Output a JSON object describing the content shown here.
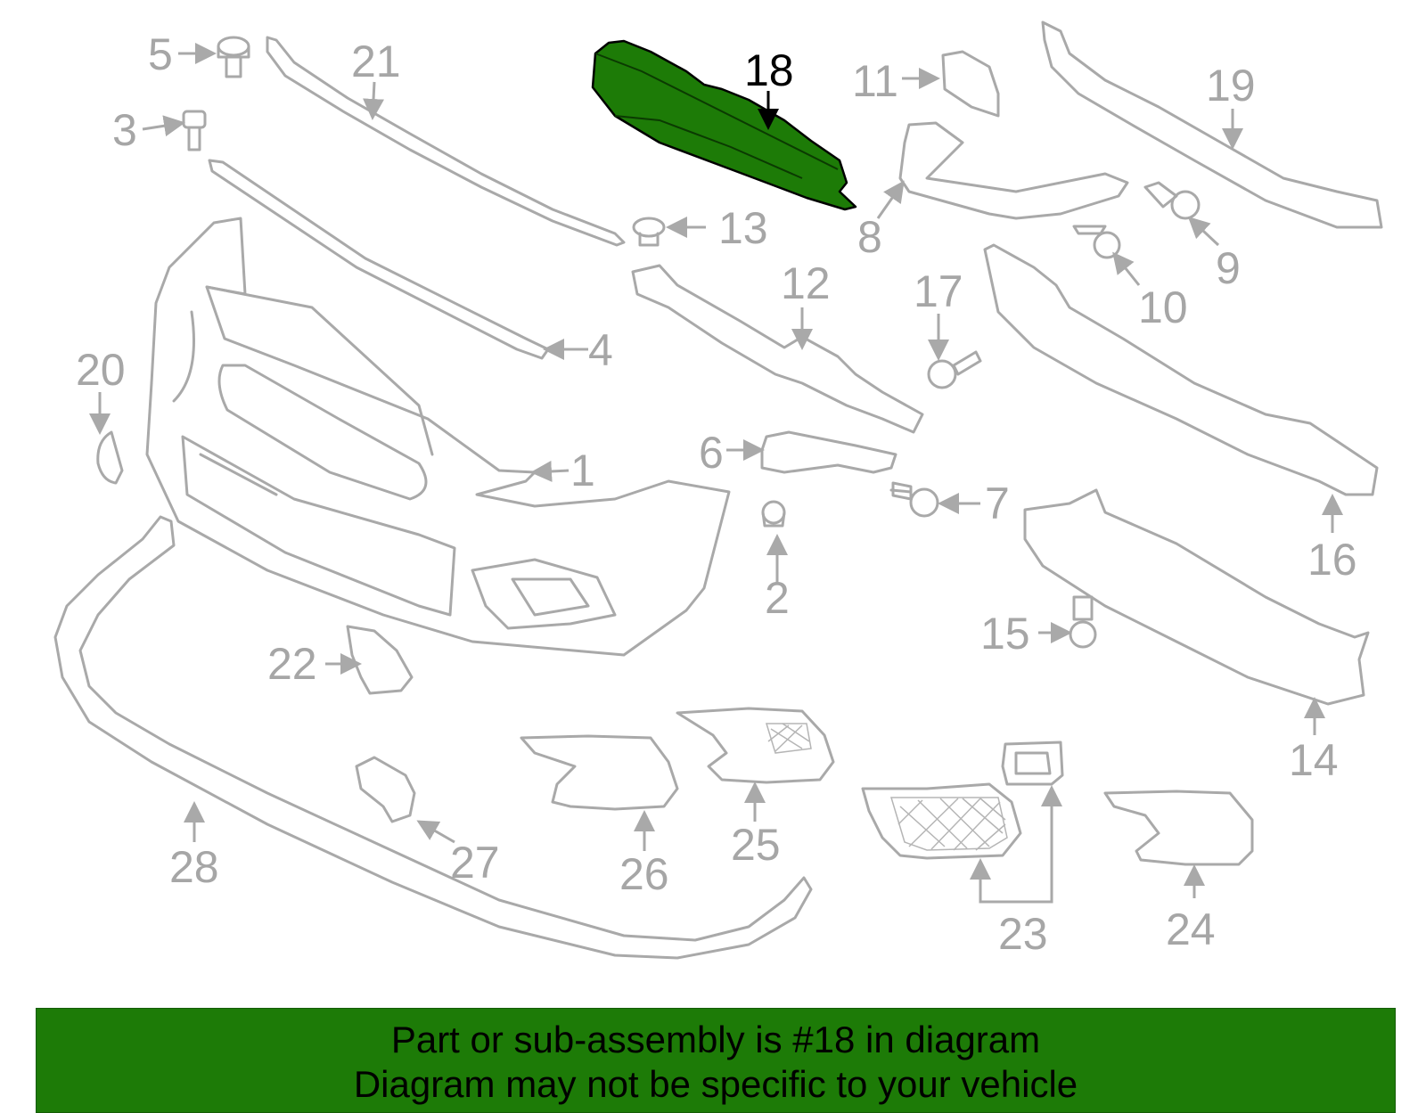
{
  "diagram": {
    "highlight_color": "#1d7b07",
    "part_color": "#a9a9a9",
    "highlighted_part": "18",
    "labels": {
      "p1": "1",
      "p2": "2",
      "p3": "3",
      "p4": "4",
      "p5": "5",
      "p6": "6",
      "p7": "7",
      "p8": "8",
      "p9": "9",
      "p10": "10",
      "p11": "11",
      "p12": "12",
      "p13": "13",
      "p14": "14",
      "p15": "15",
      "p16": "16",
      "p17": "17",
      "p18": "18",
      "p19": "19",
      "p20": "20",
      "p21": "21",
      "p22": "22",
      "p23": "23",
      "p24": "24",
      "p25": "25",
      "p26": "26",
      "p27": "27",
      "p28": "28"
    }
  },
  "banner": {
    "line1": "Part or sub-assembly is #18 in diagram",
    "line2": "Diagram may not be specific to your vehicle",
    "background": "#1d7b07"
  }
}
